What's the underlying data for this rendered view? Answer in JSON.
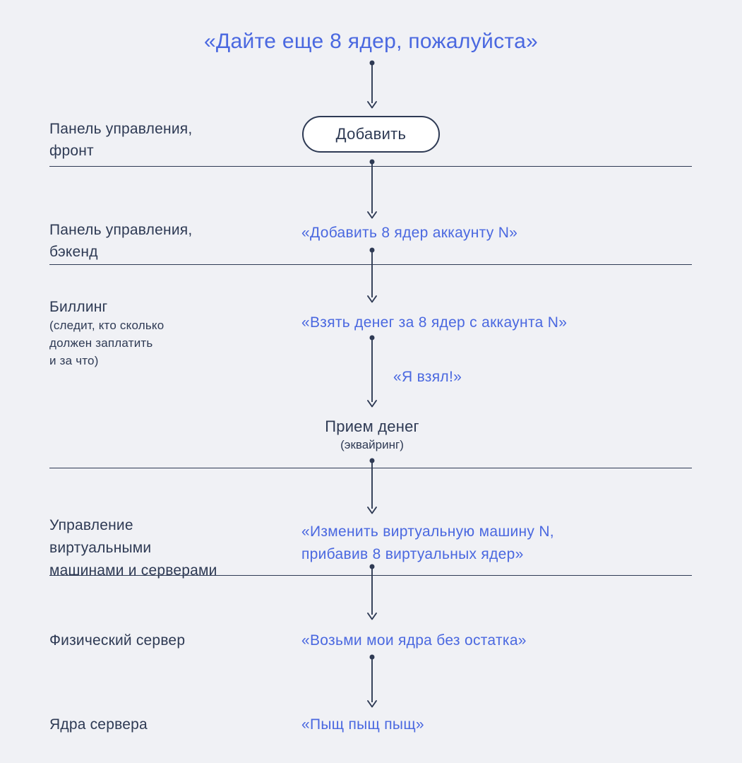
{
  "colors": {
    "background": "#f0f1f5",
    "ink": "#2e3a54",
    "accent": "#4a68e0",
    "button_background": "#ffffff"
  },
  "title": "«Дайте еще 8 ядер, пожалуйста»",
  "flow": {
    "front": {
      "label_line1": "Панель управления,",
      "label_line2": "фронт",
      "button_label": "Добавить"
    },
    "backend": {
      "label_line1": "Панель управления,",
      "label_line2": "бэкенд",
      "message": "«Добавить 8 ядер аккаунту N»"
    },
    "billing": {
      "label": "Биллинг",
      "note_line1": "(следит, кто сколько",
      "note_line2": "должен заплатить",
      "note_line3": "и за что)",
      "message": "«Взять денег за 8 ядер с аккаунта N»",
      "reply": "«Я взял!»"
    },
    "acquiring": {
      "label": "Прием денег",
      "sublabel": "(эквайринг)"
    },
    "virtualization": {
      "label_line1": "Управление",
      "label_line2": "виртуальными",
      "label_line3": "машинами и серверами",
      "message_line1": "«Изменить виртуальную машину N,",
      "message_line2": "прибавив 8 виртуальных ядер»"
    },
    "physical_server": {
      "label": "Физический сервер",
      "message": "«Возьми мои ядра без остатка»"
    },
    "cores": {
      "label": "Ядра сервера",
      "message": "«Пыщ пыщ пыщ»"
    }
  }
}
